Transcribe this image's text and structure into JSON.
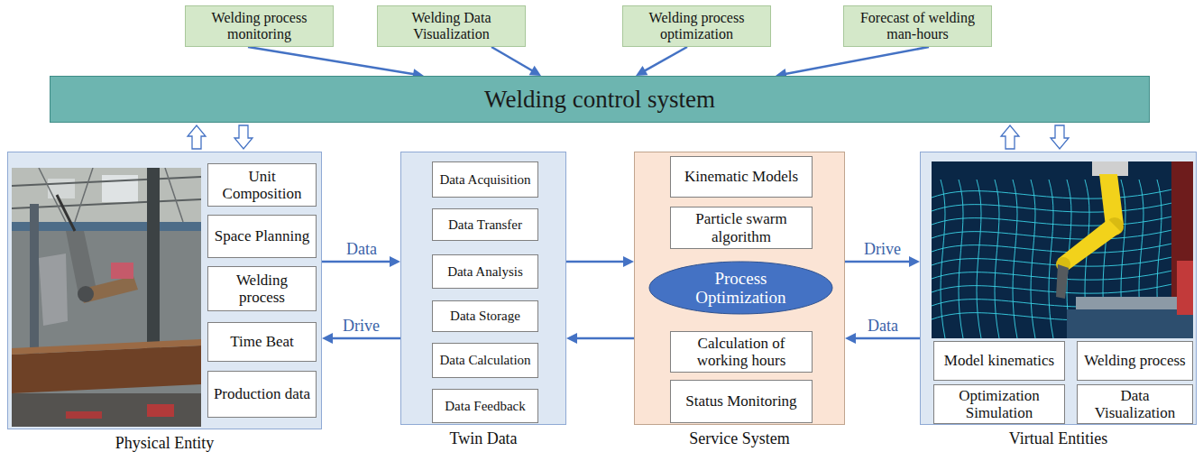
{
  "diagram": {
    "nodes": [
      {
        "text": [
          "Welding process monitoring"
        ]
      },
      {
        "text": [
          "Welding Data Visualization"
        ]
      },
      {
        "text": [
          "Welding process optimization"
        ]
      },
      {
        "text": [
          "Forecast of welding man-hours"
        ]
      },
      {
        "text": [
          "Welding control system"
        ]
      },
      {
        "text": [
          "Physical Entity"
        ]
      },
      {
        "text": [
          "Unit Composition"
        ],
        "in": 5
      },
      {
        "text": [
          "Space Planning"
        ],
        "in": 5
      },
      {
        "text": [
          "Welding process"
        ],
        "in": 5
      },
      {
        "text": [
          "Time Beat"
        ],
        "in": 5
      },
      {
        "text": [
          "Production data"
        ],
        "in": 5
      },
      {
        "text": [
          "Twin Data"
        ]
      },
      {
        "text": [
          "Data Acquisition"
        ],
        "in": 11
      },
      {
        "text": [
          "Data Transfer"
        ],
        "in": 11
      },
      {
        "text": [
          "Data Analysis"
        ],
        "in": 11
      },
      {
        "text": [
          "Data Storage"
        ],
        "in": 11
      },
      {
        "text": [
          "Data Calculation"
        ],
        "in": 11
      },
      {
        "text": [
          "Data Feedback"
        ],
        "in": 11
      },
      {
        "text": [
          "Service System"
        ]
      },
      {
        "text": [
          "Kinematic Models"
        ],
        "in": 18
      },
      {
        "text": [
          "Particle swarm algorithm"
        ],
        "in": 18
      },
      {
        "text": [
          "Process Optimization"
        ],
        "in": 18
      },
      {
        "text": [
          "Calculation of working hours"
        ],
        "in": 18
      },
      {
        "text": [
          "Status Monitoring"
        ],
        "in": 18
      },
      {
        "text": [
          "Virtual Entities"
        ]
      },
      {
        "text": [
          "Model kinematics"
        ],
        "in": 24
      },
      {
        "text": [
          "Welding process"
        ],
        "in": 24
      },
      {
        "text": [
          "Optimization Simulation"
        ],
        "in": 24
      },
      {
        "text": [
          "Data Visualization"
        ],
        "in": 24
      }
    ],
    "edges": [
      {
        "from": 0,
        "to": 4,
        "arrow": "to"
      },
      {
        "from": 1,
        "to": 4,
        "arrow": "to"
      },
      {
        "from": 2,
        "to": 4,
        "arrow": "to"
      },
      {
        "from": 3,
        "to": 4,
        "arrow": "to"
      },
      {
        "from": 5,
        "to": 4,
        "arrow": "to"
      },
      {
        "from": 4,
        "to": 5,
        "arrow": "to"
      },
      {
        "from": 24,
        "to": 4,
        "arrow": "to"
      },
      {
        "from": 4,
        "to": 24,
        "arrow": "to"
      },
      {
        "from": 5,
        "to": 11,
        "label": "Data",
        "arrow": "to"
      },
      {
        "from": 11,
        "to": 5,
        "label": "Drive",
        "arrow": "to"
      },
      {
        "from": 11,
        "to": 18,
        "arrow": "to"
      },
      {
        "from": 18,
        "to": 11,
        "arrow": "to"
      },
      {
        "from": 18,
        "to": 24,
        "label": "Drive",
        "arrow": "to"
      },
      {
        "from": 24,
        "to": 18,
        "label": "Data",
        "arrow": "to"
      }
    ]
  }
}
